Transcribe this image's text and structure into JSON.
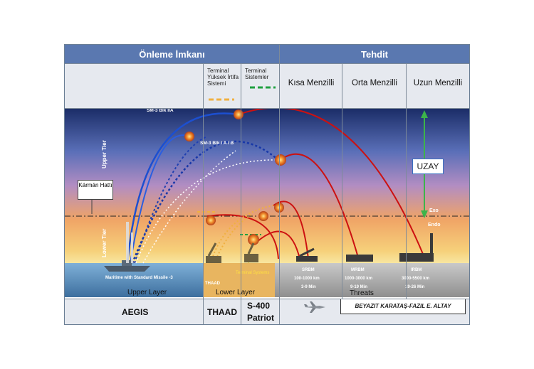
{
  "header": {
    "left_title": "Önleme İmkanı",
    "right_title": "Tehdit"
  },
  "subheaders": {
    "thaad": "Terminal Yüksek İrtifa Sistemi",
    "terminal_systems": "Terminal Sistemler",
    "short_range": "Kısa Menzilli",
    "medium_range": "Orta Menzilli",
    "long_range": "Uzun Menzilli"
  },
  "diagram_labels": {
    "sm3_iia": "SM-3 Blk IIA",
    "sm3_ia_b": "SM-3 Blk I A / B",
    "upper_tier": "Upper Tier",
    "lower_tier": "Lower Tier",
    "karman_line": "Kármán Hattı",
    "space": "UZAY",
    "exo": "Exo",
    "endo": "Endo",
    "maritime": "Maritime with Standard Missile -3",
    "upper_layer": "Upper Layer",
    "thaad_small": "THAAD",
    "lower_layer": "Lower Layer",
    "terminal_systems_small": "Terminal Systems",
    "threats": "Threats",
    "srbm": "SRBM",
    "srbm_range": "100-1000 km",
    "srbm_time": "3-9 Min",
    "mrbm": "MRBM",
    "mrbm_range": "1000-3000 km",
    "mrbm_time": "9-19 Min",
    "irbm": "IRBM",
    "irbm_range": "3000-5500 km",
    "irbm_time": "19-26 Min"
  },
  "bottom": {
    "aegis": "AEGIS",
    "thaad": "THAAD",
    "s400": "S-400",
    "patriot": "Patriot",
    "credit": "BEYAZIT KARATAŞ-FAZIL E. ALTAY"
  },
  "colors": {
    "header_bg": "#5a78b0",
    "thaad_legend": "#f0b040",
    "terminal_legend": "#20a040",
    "arc_red": "#cc1111",
    "arc_blue": "#1840c0",
    "space_arrow": "#3cb44a"
  }
}
